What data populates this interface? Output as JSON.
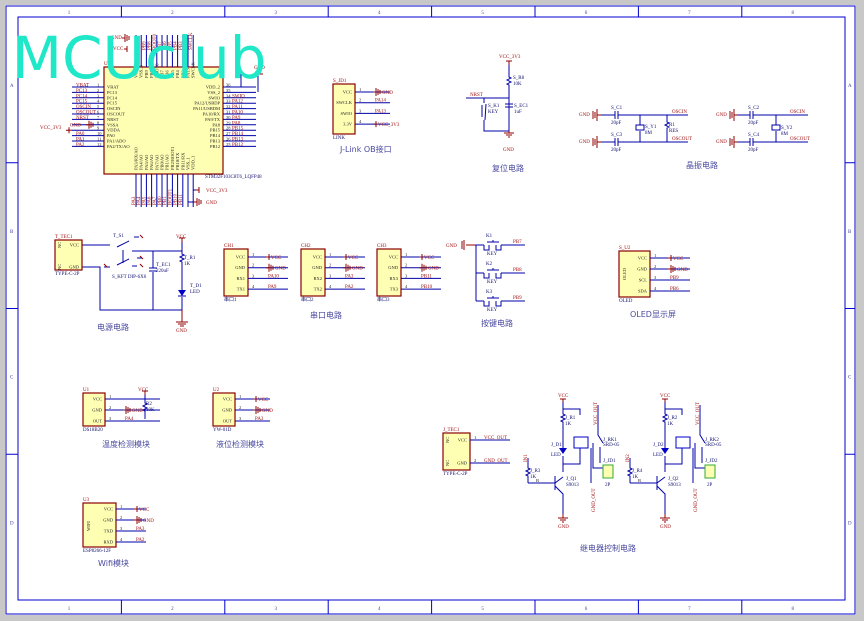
{
  "watermark": "MCUclub",
  "frame": {
    "columns": [
      "1",
      "2",
      "3",
      "4",
      "5",
      "6",
      "7",
      "8"
    ],
    "rows": [
      "A",
      "B",
      "C",
      "D"
    ]
  },
  "mcu": {
    "designator": "U1",
    "part": "STM32F103C8T6_LQFP48",
    "top_supply": {
      "gnd": "GND",
      "vcc": "VCC"
    },
    "left_pins": [
      {
        "n": "1",
        "label": "VBAT",
        "net": "VBAT"
      },
      {
        "n": "2",
        "label": "PC13",
        "net": "PC13"
      },
      {
        "n": "3",
        "label": "PC14",
        "net": "PC14"
      },
      {
        "n": "4",
        "label": "PC15",
        "net": "PC15"
      },
      {
        "n": "5",
        "label": "OSCIN",
        "net": "OSCIN"
      },
      {
        "n": "6",
        "label": "OSCOUT",
        "net": "OSCOUT"
      },
      {
        "n": "7",
        "label": "NRST",
        "net": "NRST"
      },
      {
        "n": "8",
        "label": "VSSA",
        "net": "GND"
      },
      {
        "n": "9",
        "label": "VDDA",
        "net": "VCC_3V3"
      },
      {
        "n": "10",
        "label": "PA0",
        "net": "PA0"
      },
      {
        "n": "11",
        "label": "PA1/ADO",
        "net": "PA1"
      },
      {
        "n": "12",
        "label": "PA2/TX/AO",
        "net": "PA2"
      }
    ],
    "right_pins": [
      {
        "n": "36",
        "label": "VDD_2",
        "net": ""
      },
      {
        "n": "35",
        "label": "VSS_2",
        "net": ""
      },
      {
        "n": "34",
        "label": "SWIO",
        "net": "SWIO"
      },
      {
        "n": "33",
        "label": "PA12/USBDP",
        "net": "PA12"
      },
      {
        "n": "32",
        "label": "PA11/USBDM",
        "net": "PA11"
      },
      {
        "n": "31",
        "label": "PA10/RX",
        "net": "PA10"
      },
      {
        "n": "30",
        "label": "PA9/TX",
        "net": "PA9"
      },
      {
        "n": "29",
        "label": "PA8",
        "net": "PA8"
      },
      {
        "n": "28",
        "label": "PB15",
        "net": "PB15"
      },
      {
        "n": "27",
        "label": "PB14",
        "net": "PB14"
      },
      {
        "n": "26",
        "label": "PB13",
        "net": "PB13"
      },
      {
        "n": "25",
        "label": "PB12",
        "net": "PB12"
      }
    ],
    "right_gnd": "GND",
    "top_pins": [
      {
        "label": "VCC",
        "net": ""
      },
      {
        "label": "VSS_3",
        "net": ""
      },
      {
        "label": "PB9",
        "net": "PB9"
      },
      {
        "label": "PB8",
        "net": "PB8"
      },
      {
        "label": "BOOT0",
        "net": "BOOT0"
      },
      {
        "label": "PB7",
        "net": "PB7"
      },
      {
        "label": "PB6",
        "net": "PB6"
      },
      {
        "label": "PB5",
        "net": "PB5"
      },
      {
        "label": "PB4",
        "net": "PB4"
      },
      {
        "label": "PB3",
        "net": "PB3"
      },
      {
        "label": "PA15",
        "net": "PA15"
      },
      {
        "label": "SWCLK",
        "net": "SWCLK"
      }
    ],
    "bottom_pins": [
      {
        "label": "PA3/RX/AO",
        "net": "PA3"
      },
      {
        "label": "PA4/AO",
        "net": "PA4"
      },
      {
        "label": "PA5/AO",
        "net": "PA5"
      },
      {
        "label": "PA6/AO",
        "net": "PA6"
      },
      {
        "label": "PA7/AO",
        "net": "PA7"
      },
      {
        "label": "PB0/AO",
        "net": "PB0"
      },
      {
        "label": "PB1/AO",
        "net": "PB1"
      },
      {
        "label": "PB2/BOOT1",
        "net": "BOOT1"
      },
      {
        "label": "PB10/TX",
        "net": "PB10"
      },
      {
        "label": "PB11/RX",
        "net": "PB11"
      },
      {
        "label": "VSS_1",
        "net": ""
      },
      {
        "label": "VDD_1",
        "net": ""
      }
    ],
    "bottom_supply": {
      "vcc": "VCC_3V3",
      "gnd": "GND"
    }
  },
  "modules": {
    "jlink": {
      "designator": "S_JD1",
      "footer": "LINK",
      "pins": [
        {
          "n": "1",
          "label": "VCC",
          "net": "GND",
          "kind": "gnd"
        },
        {
          "n": "2",
          "label": "SWCLK",
          "net": "PA14",
          "kind": "line"
        },
        {
          "n": "3",
          "label": "SWIO",
          "net": "PA13",
          "kind": "line"
        },
        {
          "n": "4",
          "label": "3.3V",
          "net": "VCC_3V3",
          "kind": "vcc"
        }
      ]
    },
    "ch1": {
      "designator": "CH1",
      "footer": "串口1",
      "pins": [
        {
          "n": "1",
          "label": "VCC",
          "net": "VCC",
          "kind": "vcc"
        },
        {
          "n": "2",
          "label": "GND",
          "net": "GND",
          "kind": "gnd"
        },
        {
          "n": "3",
          "label": "RX1",
          "net": "PA10",
          "kind": "line"
        },
        {
          "n": "4",
          "label": "TX1",
          "net": "PA9",
          "kind": "line"
        }
      ]
    },
    "ch2": {
      "designator": "CH2",
      "footer": "串口2",
      "pins": [
        {
          "n": "1",
          "label": "VCC",
          "net": "VCC",
          "kind": "vcc"
        },
        {
          "n": "2",
          "label": "GND",
          "net": "GND",
          "kind": "gnd"
        },
        {
          "n": "3",
          "label": "RX2",
          "net": "PA3",
          "kind": "line"
        },
        {
          "n": "4",
          "label": "TX2",
          "net": "PA2",
          "kind": "line"
        }
      ]
    },
    "ch3": {
      "designator": "CH3",
      "footer": "串口3",
      "pins": [
        {
          "n": "1",
          "label": "VCC",
          "net": "VCC",
          "kind": "vcc"
        },
        {
          "n": "2",
          "label": "GND",
          "net": "GND",
          "kind": "gnd"
        },
        {
          "n": "3",
          "label": "RX3",
          "net": "PB11",
          "kind": "line"
        },
        {
          "n": "4",
          "label": "TX3",
          "net": "PB10",
          "kind": "line"
        }
      ]
    },
    "oled": {
      "designator": "S_U2",
      "footer": "OLED",
      "inner": "OLED",
      "pins": [
        {
          "n": "1",
          "label": "VCC",
          "net": "VCC",
          "kind": "vcc"
        },
        {
          "n": "2",
          "label": "GND",
          "net": "GND",
          "kind": "gnd"
        },
        {
          "n": "3",
          "label": "SCL",
          "net": "PB9",
          "kind": "line"
        },
        {
          "n": "4",
          "label": "SDA",
          "net": "PB6",
          "kind": "line"
        }
      ]
    },
    "ds18b20": {
      "designator": "U1",
      "footer": "DS18B20",
      "pins": [
        {
          "n": "1",
          "label": "VCC",
          "net": "",
          "kind": "line"
        },
        {
          "n": "2",
          "label": "GND",
          "net": "GND",
          "kind": "gnd"
        },
        {
          "n": "3",
          "label": "OUT",
          "net": "PA4",
          "kind": "line"
        }
      ]
    },
    "yw01d": {
      "designator": "U2",
      "footer": "YW-01D",
      "pins": [
        {
          "n": "1",
          "label": "VCC",
          "net": "VCC",
          "kind": "vcc"
        },
        {
          "n": "2",
          "label": "GND",
          "net": "GND",
          "kind": "gnd"
        },
        {
          "n": "3",
          "label": "OUT",
          "net": "PA3",
          "kind": "line"
        }
      ]
    },
    "esp": {
      "designator": "U3",
      "footer": "ESP8266-12F",
      "inner": "WIFI",
      "pins": [
        {
          "n": "1",
          "label": "VCC",
          "net": "VCC",
          "kind": "vcc"
        },
        {
          "n": "2",
          "label": "GND",
          "net": "GND",
          "kind": "gnd"
        },
        {
          "n": "3",
          "label": "TXD",
          "net": "PA3",
          "kind": "line"
        },
        {
          "n": "4",
          "label": "RXD",
          "net": "PA2",
          "kind": "line"
        }
      ]
    },
    "tec_power": {
      "designator": "T_TEC1",
      "footer": "TYPE-C-2P",
      "inner_left": [
        "NC",
        "NC"
      ],
      "pins": [
        {
          "n": "1",
          "label": "VCC",
          "net": "",
          "kind": "none"
        },
        {
          "n": "2",
          "label": "GND",
          "net": "",
          "kind": "none"
        }
      ]
    },
    "tec_relay": {
      "designator": "J_TEC1",
      "footer": "TYPE-C-2P",
      "inner_left": [
        "NC",
        "NC"
      ],
      "pins": [
        {
          "n": "1",
          "label": "VCC",
          "net": "VCC_OUT",
          "kind": "line"
        },
        {
          "n": "2",
          "label": "GND",
          "net": "GND_OUT",
          "kind": "line"
        }
      ]
    }
  },
  "jlink": {
    "caption": "J-Link OB接口"
  },
  "serial": {
    "caption": "串口电路"
  },
  "oled": {
    "caption": "OLED显示屏"
  },
  "temp": {
    "caption": "温度检测模块",
    "r_ref": "R2",
    "r_val": "10K",
    "vcc": "VCC"
  },
  "level": {
    "caption": "液位检测模块"
  },
  "wifi": {
    "caption": "Wifi模块"
  },
  "reset": {
    "caption": "复位电路",
    "vcc": "VCC_3V3",
    "r_ref": "S_R8",
    "r_val": "10K",
    "net": "NRST",
    "k_ref": "S_K1",
    "k_val": "KEY",
    "c_ref": "S_EC1",
    "c_val": "1uF",
    "gnd": "GND"
  },
  "crystal": {
    "caption": "晶振电路",
    "g1": {
      "gnd": "GND",
      "c_top": "S_C1",
      "c_bot": "S_C3",
      "c_val": "20pF",
      "y_ref": "S_Y1",
      "y_val": "8M",
      "r_ref": "R1",
      "r_val": "RES",
      "osc_in": "OSCIN",
      "osc_out": "OSCOUT"
    },
    "g2": {
      "gnd": "GND",
      "c_top": "S_C2",
      "c_bot": "S_C4",
      "c_val": "20pF",
      "y_ref": "S_Y2",
      "y_val": "8M",
      "osc_in": "OSCIN",
      "osc_out": "OSCOUT"
    }
  },
  "power": {
    "caption": "电源电路",
    "sw_ref": "T_S1",
    "sw_val": "S_KFT DIP-6X6",
    "c_ref": "T_EC1",
    "c_val": "220uF",
    "r_ref": "T_R1",
    "r_val": "1K",
    "d_ref": "T_D1",
    "d_val": "LED",
    "vcc": "VCC",
    "gnd": "GND"
  },
  "keys": {
    "caption": "按键电路",
    "gnd": "GND",
    "items": [
      {
        "ref": "K1",
        "val": "KEY",
        "net": "PB7"
      },
      {
        "ref": "K2",
        "val": "KEY",
        "net": "PB8"
      },
      {
        "ref": "K3",
        "val": "KEY",
        "net": "PB9"
      }
    ]
  },
  "relay": {
    "caption": "继电器控制电路",
    "ch": [
      {
        "vcc": "VCC",
        "r1": "J_R1",
        "r1v": "1K",
        "d": "J_D1",
        "dv": "LED",
        "in": "IN1",
        "rb": "J_R3",
        "rbv": "1K",
        "b": "B",
        "q": "J_Q1",
        "qv": "S9013",
        "gnd": "GND",
        "rk": "J_RK1",
        "rkv": "SRD-05",
        "vout": "VCC_OUT",
        "jd": "J_JD1",
        "jdv": "2P",
        "gout": "GND_OUT"
      },
      {
        "vcc": "VCC",
        "r1": "J_R2",
        "r1v": "1K",
        "d": "J_D2",
        "dv": "LED",
        "in": "IN2",
        "rb": "J_R4",
        "rbv": "1K",
        "b": "B",
        "q": "J_Q2",
        "qv": "S9013",
        "gnd": "GND",
        "rk": "J_RK2",
        "rkv": "SRD-05",
        "vout": "VCC_OUT",
        "jd": "J_JD2",
        "jdv": "2P",
        "gout": "GND_OUT"
      }
    ]
  },
  "colors": {
    "wire": "#0000a8",
    "net": "#a01010",
    "body": "#ffffb4",
    "border": "#8a0000",
    "watermark": "#1ee8c8",
    "frame": "#0000d0"
  }
}
